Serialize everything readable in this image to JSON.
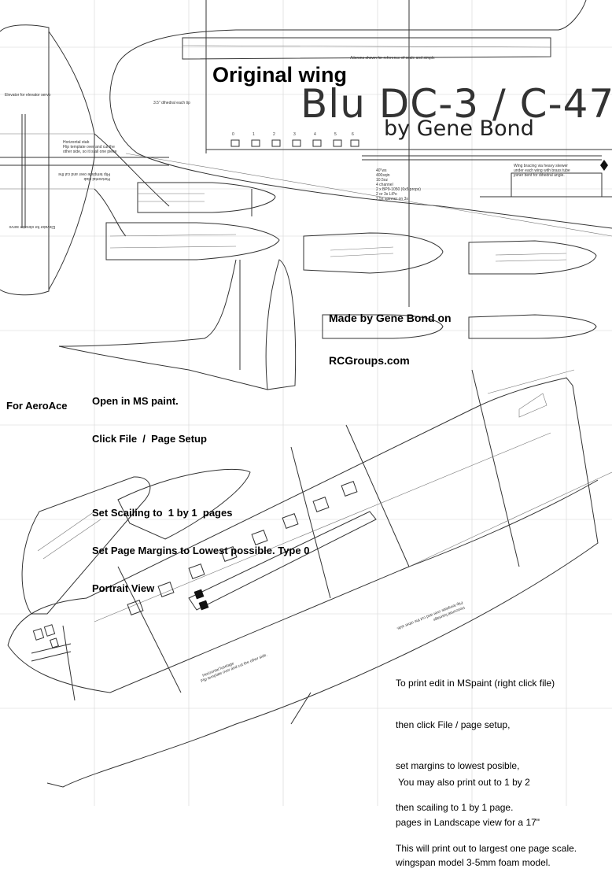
{
  "header": {
    "original": "Original wing",
    "title": "Blu DC-3 / C-47",
    "byline": "by Gene Bond"
  },
  "credit": {
    "line1": "Made by Gene Bond on",
    "line2": "RCGroups.com"
  },
  "instructions": {
    "step1": "Open in MS paint.",
    "step2": "Click File  /  Page Setup",
    "step3": "Set Scailing to  1 by 1  pages",
    "step4": "Set Page Margins to Lowest possible. Type 0",
    "step5": "Portrait View"
  },
  "for_label": "For AeroAce",
  "print_notes": {
    "a1": "To print edit in MSpaint (right click file)",
    "a2": "then click File / page setup,",
    "a3": "set margins to lowest posible,",
    "a4": "then scailing to 1 by 1 page.",
    "a5": "This will print out to largest one page scale.",
    "b1": " You may also print out to 1 by 2",
    "b2": "pages in Landscape view for a 17\"",
    "b3": "wingspan model 3-5mm foam model."
  },
  "plan_notes": {
    "ailerons": "Ailerons shown for reference of scale and simple",
    "dihedral": "3.5\" dihedral each tip",
    "elevator": "Elevator for elevator servo",
    "hstab1": "Horizontal stab",
    "hstab2": "Flip template over and cut the",
    "hstab3": "other side, so it is all one piece",
    "specs1": "40\"ws",
    "specs2": "400sqin",
    "specs3": "10.5oz",
    "specs4": "4 channel",
    "specs5": "2 x BP9-1050 (6x5 props)",
    "specs6": "2 or 3s LiPo",
    "specs7": "2.5s spinner on 3s",
    "brace1": "Wing bracing via heavy skewer",
    "brace2": "under each wing with brass tube",
    "brace3": "joiner bent for dihedral angle.",
    "fuse1": "Horizontal fuselage",
    "fuse2": "Flip template over and cut the other side.",
    "rib_nums": [
      "0",
      "1",
      "2",
      "3",
      "4",
      "5",
      "6"
    ]
  }
}
